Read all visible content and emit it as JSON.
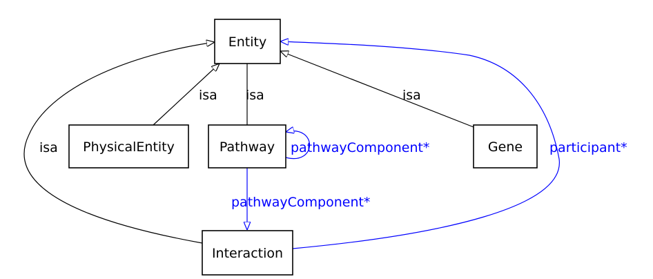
{
  "colors": {
    "isa_edge": "#000000",
    "relation_edge": "#0000ff",
    "node_border": "#000000",
    "background": "#ffffff"
  },
  "nodes": {
    "entity": "Entity",
    "physical_entity": "PhysicalEntity",
    "pathway": "Pathway",
    "gene": "Gene",
    "interaction": "Interaction"
  },
  "edges": {
    "physical_entity_isa": "isa",
    "pathway_isa": "isa",
    "gene_isa": "isa",
    "interaction_isa": "isa",
    "pathway_self_component": "pathwayComponent*",
    "pathway_to_interaction": "pathwayComponent*",
    "interaction_participant": "participant*"
  }
}
